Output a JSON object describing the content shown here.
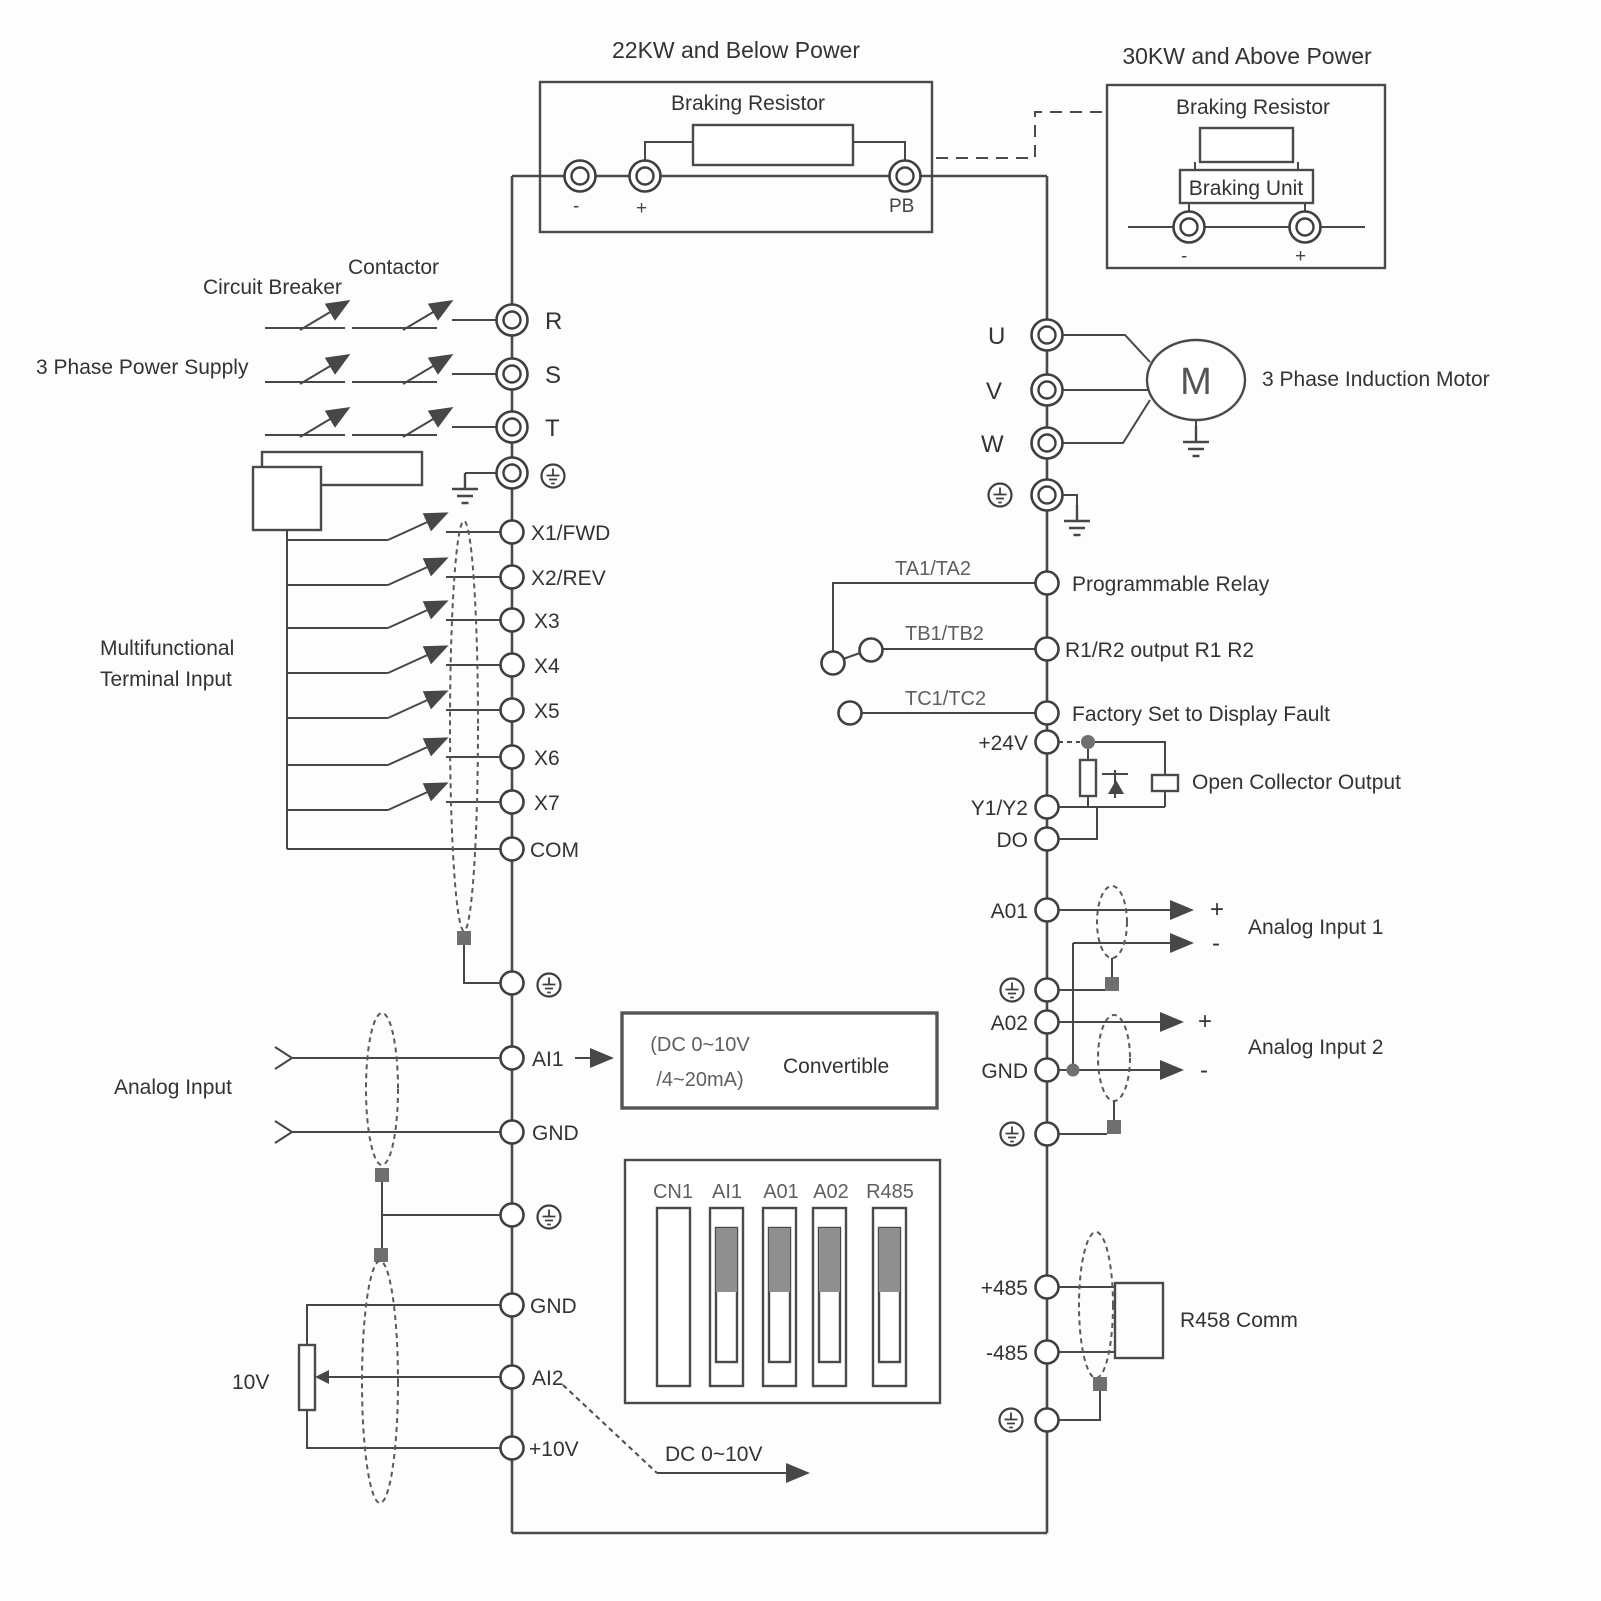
{
  "colors": {
    "line": "#474747",
    "text": "#333333",
    "muted": "#5f5f5f",
    "jumper_fill": "#8f8f8f"
  },
  "braking_small": {
    "title": "22KW and Below Power",
    "name": "Braking Resistor",
    "t_minus": "-",
    "t_plus": "+",
    "t_pb": "PB"
  },
  "braking_large": {
    "title": "30KW and Above Power",
    "name": "Braking Resistor",
    "unit": "Braking Unit",
    "t_minus": "-",
    "t_plus": "+"
  },
  "input_side": {
    "circuit_breaker": "Circuit Breaker",
    "contactor": "Contactor",
    "supply": "3 Phase Power Supply",
    "r": "R",
    "s": "S",
    "t": "T",
    "multi1": "Multifunctional",
    "multi2": "Terminal Input",
    "analog_input": "Analog Input",
    "pot": "10V",
    "dc_range": "DC 0~10V"
  },
  "x_terminals": {
    "x1": "X1/FWD",
    "x2": "X2/REV",
    "x3": "X3",
    "x4": "X4",
    "x5": "X5",
    "x6": "X6",
    "x7": "X7",
    "com": "COM"
  },
  "analog_terminals": {
    "ai1": "AI1",
    "gnd1": "GND",
    "gnd2": "GND",
    "ai2": "AI2",
    "p10": "+10V"
  },
  "output_side": {
    "u": "U",
    "v": "V",
    "w": "W",
    "motor": "M",
    "motor_label": "3 Phase Induction Motor"
  },
  "relay": {
    "ta": "TA1/TA2",
    "tb": "TB1/TB2",
    "tc": "TC1/TC2",
    "programmable": "Programmable Relay",
    "r1r2": "R1/R2 output R1 R2",
    "factory": "Factory Set to Display Fault"
  },
  "collector": {
    "p24": "+24V",
    "y1y2": "Y1/Y2",
    "dout": "DO",
    "label": "Open Collector Output"
  },
  "analog_out": {
    "a01": "A01",
    "a02": "A02",
    "gnd": "GND",
    "in1": "Analog Input 1",
    "in2": "Analog Input 2",
    "plus": "+",
    "minus": "-"
  },
  "converter": {
    "line1": "(DC 0~10V",
    "line2": "/4~20mA)",
    "label": "Convertible"
  },
  "jumper_block": {
    "labels": [
      "CN1",
      "AI1",
      "A01",
      "A02",
      "R485"
    ]
  },
  "comm": {
    "p485": "+485",
    "m485": "-485",
    "label": "R458 Comm"
  }
}
